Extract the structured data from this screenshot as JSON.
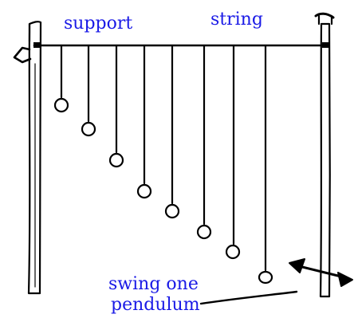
{
  "labels": {
    "support": "support",
    "string": "string",
    "swing_line1": "swing one",
    "swing_line2": "pendulum"
  },
  "colors": {
    "ink": "#000000",
    "label": "#1a1ae6",
    "background": "#ffffff"
  },
  "pendulum_count": 8
}
